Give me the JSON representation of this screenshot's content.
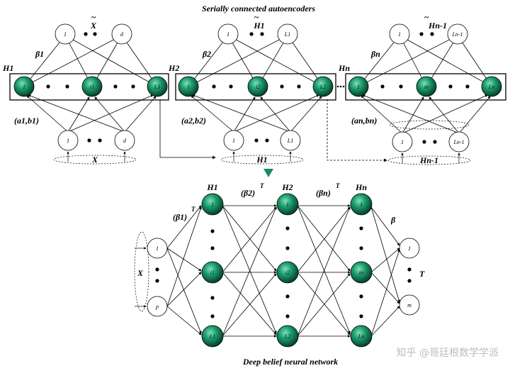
{
  "titles": {
    "top": "Serially connected autoencoders",
    "bottom": "Deep belief neural network"
  },
  "ae1": {
    "layer": "H1",
    "beta": "β1",
    "ab": "(a1,b1)",
    "out": [
      "1",
      "d"
    ],
    "out_label": "X",
    "hid": [
      "1",
      "i1",
      "L1"
    ],
    "inp": [
      "1",
      "d"
    ],
    "inp_label": "X"
  },
  "ae2": {
    "layer": "H2",
    "beta": "β2",
    "ab": "(a2,b2)",
    "out": [
      "1",
      "L1"
    ],
    "out_label": "H1",
    "hid": [
      "1",
      "i2",
      "L2"
    ],
    "inp": [
      "1",
      "L1"
    ],
    "inp_label": "H1"
  },
  "aen": {
    "layer": "Hn",
    "beta": "βn",
    "ab": "(an,bn)",
    "out": [
      "1",
      "Ln-1"
    ],
    "out_label": "Hn-1",
    "hid": [
      "1",
      "in",
      "Ln"
    ],
    "inp": [
      "1",
      "Ln-1"
    ],
    "inp_label": "Hn-1"
  },
  "dbn": {
    "input_label": "X",
    "input_nodes": [
      "1",
      "p"
    ],
    "col_labels": [
      "H1",
      "H2",
      "Hn"
    ],
    "col1": [
      "1",
      "i1",
      "L1"
    ],
    "col2": [
      "1",
      "i2",
      "L2"
    ],
    "col3": [
      "1",
      "in",
      "Ln"
    ],
    "out_nodes": [
      "1",
      "m"
    ],
    "w1": "(β1)",
    "w2": "(β2)",
    "w3": "(βn)",
    "sup": "T",
    "beta_out": "β",
    "t_out": "T"
  },
  "watermark": "知乎 @哥廷根数学学派"
}
